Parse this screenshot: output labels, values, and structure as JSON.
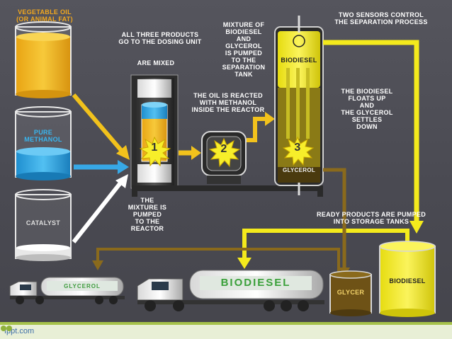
{
  "labels": {
    "veg_oil": "VEGETABLE OIL\n(OR ANIMAL FAT)",
    "pure_methanol": "PURE\nMETHANOL",
    "catalyst": "CATALYST",
    "dosing": "ALL THREE PRODUCTS\nGO TO THE DOSING UNIT",
    "are_mixed": "ARE MIXED",
    "mixture_pumped": "THE\nMIXTURE IS\nPUMPED\nTO THE\nREACTOR",
    "reacted": "THE OIL IS REACTED\nWITH METHANOL\nINSIDE THE REACTOR",
    "mixture_biodiesel": "MIXTURE OF\nBIODIESEL\nAND\nGLYCEROL\nIS PUMPED\nTO THE\nSEPARATION\nTANK",
    "sensors": "TWO SENSORS CONTROL\nTHE SEPARATION PROCESS",
    "floats": "THE BIODIESEL\nFLOATS UP\nAND\nTHE GLYCEROL\nSETTLES\nDOWN",
    "ready": "READY PRODUCTS ARE PUMPED\nINTO STORAGE TANKS",
    "tank_biodiesel": "BIODIESEL",
    "tank_glycerol": "GLYCEROL",
    "storage_glycer": "GLYCER",
    "storage_biodiesel": "BIODIESEL",
    "truck_glycerol": "GLYCEROL",
    "truck_biodiesel": "BIODIESEL",
    "step1": "1",
    "step2": "2",
    "step3": "3"
  },
  "footer": {
    "brand": "fppt.com"
  },
  "colors": {
    "oil": "#f2b81e",
    "methanol": "#37a8e6",
    "biodiesel": "#f4ea1c",
    "glycerol": "#8a6a1c",
    "background": "#4a4a52"
  }
}
